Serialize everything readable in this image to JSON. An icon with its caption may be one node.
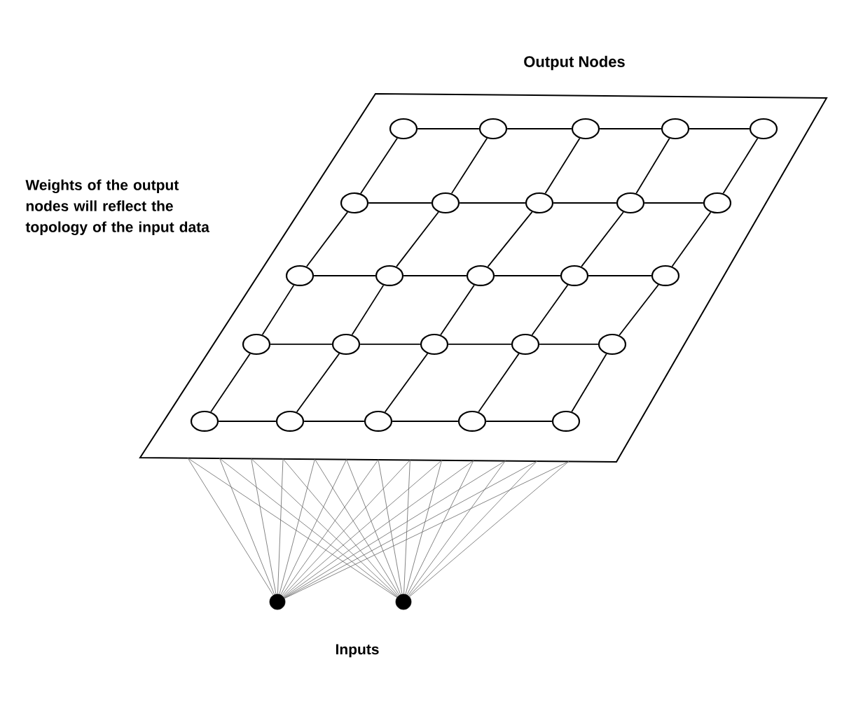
{
  "diagram": {
    "nodes": [
      {
        "text": [
          "Output Nodes"
        ]
      },
      {
        "text": [],
        "shape": "circle",
        "in": 0
      },
      {
        "text": [],
        "shape": "circle",
        "in": 0
      },
      {
        "text": [],
        "shape": "circle",
        "in": 0
      },
      {
        "text": [],
        "shape": "circle",
        "in": 0
      },
      {
        "text": [],
        "shape": "circle",
        "in": 0
      },
      {
        "text": [],
        "shape": "circle",
        "in": 0
      },
      {
        "text": [],
        "shape": "circle",
        "in": 0
      },
      {
        "text": [],
        "shape": "circle",
        "in": 0
      },
      {
        "text": [],
        "shape": "circle",
        "in": 0
      },
      {
        "text": [],
        "shape": "circle",
        "in": 0
      },
      {
        "text": [],
        "shape": "circle",
        "in": 0
      },
      {
        "text": [],
        "shape": "circle",
        "in": 0
      },
      {
        "text": [],
        "shape": "circle",
        "in": 0
      },
      {
        "text": [],
        "shape": "circle",
        "in": 0
      },
      {
        "text": [],
        "shape": "circle",
        "in": 0
      },
      {
        "text": [],
        "shape": "circle",
        "in": 0
      },
      {
        "text": [],
        "shape": "circle",
        "in": 0
      },
      {
        "text": [],
        "shape": "circle",
        "in": 0
      },
      {
        "text": [],
        "shape": "circle",
        "in": 0
      },
      {
        "text": [],
        "shape": "circle",
        "in": 0
      },
      {
        "text": [],
        "shape": "circle",
        "in": 0
      },
      {
        "text": [],
        "shape": "circle",
        "in": 0
      },
      {
        "text": [],
        "shape": "circle",
        "in": 0
      },
      {
        "text": [],
        "shape": "circle",
        "in": 0
      },
      {
        "text": [],
        "shape": "circle",
        "in": 0
      },
      {
        "text": [],
        "shape": "circle"
      },
      {
        "text": [],
        "shape": "circle"
      }
    ],
    "edges": [
      {
        "from": 1,
        "to": 2,
        "arrow": "none"
      },
      {
        "from": 2,
        "to": 3,
        "arrow": "none"
      },
      {
        "from": 3,
        "to": 4,
        "arrow": "none"
      },
      {
        "from": 4,
        "to": 5,
        "arrow": "none"
      },
      {
        "from": 6,
        "to": 7,
        "arrow": "none"
      },
      {
        "from": 7,
        "to": 8,
        "arrow": "none"
      },
      {
        "from": 8,
        "to": 9,
        "arrow": "none"
      },
      {
        "from": 9,
        "to": 10,
        "arrow": "none"
      },
      {
        "from": 11,
        "to": 12,
        "arrow": "none"
      },
      {
        "from": 12,
        "to": 13,
        "arrow": "none"
      },
      {
        "from": 13,
        "to": 14,
        "arrow": "none"
      },
      {
        "from": 14,
        "to": 15,
        "arrow": "none"
      },
      {
        "from": 16,
        "to": 17,
        "arrow": "none"
      },
      {
        "from": 17,
        "to": 18,
        "arrow": "none"
      },
      {
        "from": 18,
        "to": 19,
        "arrow": "none"
      },
      {
        "from": 19,
        "to": 20,
        "arrow": "none"
      },
      {
        "from": 21,
        "to": 22,
        "arrow": "none"
      },
      {
        "from": 22,
        "to": 23,
        "arrow": "none"
      },
      {
        "from": 23,
        "to": 24,
        "arrow": "none"
      },
      {
        "from": 24,
        "to": 25,
        "arrow": "none"
      },
      {
        "from": 1,
        "to": 6,
        "arrow": "none"
      },
      {
        "from": 6,
        "to": 11,
        "arrow": "none"
      },
      {
        "from": 11,
        "to": 16,
        "arrow": "none"
      },
      {
        "from": 16,
        "to": 21,
        "arrow": "none"
      },
      {
        "from": 2,
        "to": 7,
        "arrow": "none"
      },
      {
        "from": 7,
        "to": 12,
        "arrow": "none"
      },
      {
        "from": 12,
        "to": 17,
        "arrow": "none"
      },
      {
        "from": 17,
        "to": 22,
        "arrow": "none"
      },
      {
        "from": 3,
        "to": 8,
        "arrow": "none"
      },
      {
        "from": 8,
        "to": 13,
        "arrow": "none"
      },
      {
        "from": 13,
        "to": 18,
        "arrow": "none"
      },
      {
        "from": 18,
        "to": 23,
        "arrow": "none"
      },
      {
        "from": 4,
        "to": 9,
        "arrow": "none"
      },
      {
        "from": 9,
        "to": 14,
        "arrow": "none"
      },
      {
        "from": 14,
        "to": 19,
        "arrow": "none"
      },
      {
        "from": 19,
        "to": 24,
        "arrow": "none"
      },
      {
        "from": 5,
        "to": 10,
        "arrow": "none"
      },
      {
        "from": 10,
        "to": 15,
        "arrow": "none"
      },
      {
        "from": 15,
        "to": 20,
        "arrow": "none"
      },
      {
        "from": 20,
        "to": 25,
        "arrow": "none"
      },
      {
        "from": 26,
        "to": 0,
        "arrow": "none",
        "color": "#666666"
      },
      {
        "from": 27,
        "to": 0,
        "arrow": "none",
        "color": "#666666"
      }
    ],
    "labels": [
      "Weights of the output nodes will reflect the topology of the input data",
      "Inputs"
    ]
  }
}
